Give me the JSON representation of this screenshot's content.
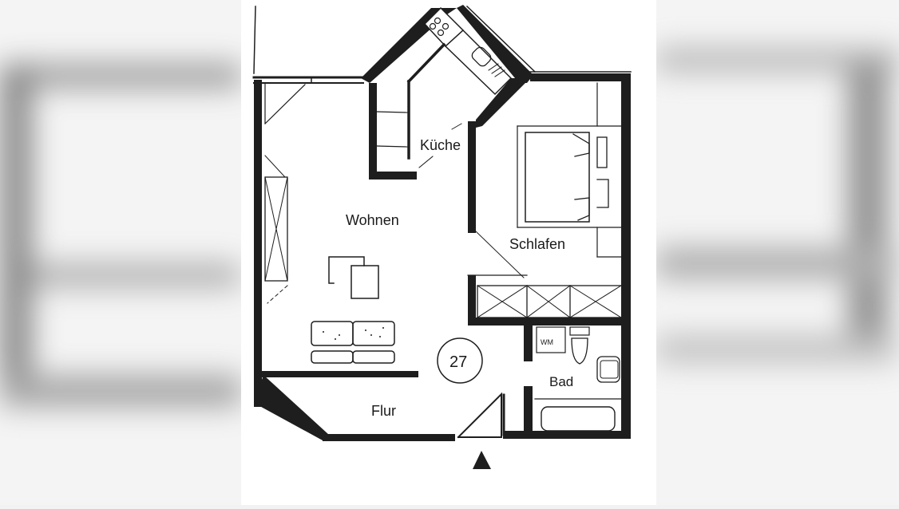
{
  "floorplan": {
    "unit_number": "27",
    "rooms": [
      {
        "id": "kueche",
        "label": "Küche"
      },
      {
        "id": "wohnen",
        "label": "Wohnen"
      },
      {
        "id": "schlafen",
        "label": "Schlafen"
      },
      {
        "id": "bad",
        "label": "Bad"
      },
      {
        "id": "flur",
        "label": "Flur"
      }
    ],
    "washing_machine_label": "WM",
    "entrance_icon": "entrance-arrow-icon",
    "colors": {
      "wall": "#1e1e1e",
      "paper": "#ffffff",
      "background": "#f2f2f2"
    }
  }
}
